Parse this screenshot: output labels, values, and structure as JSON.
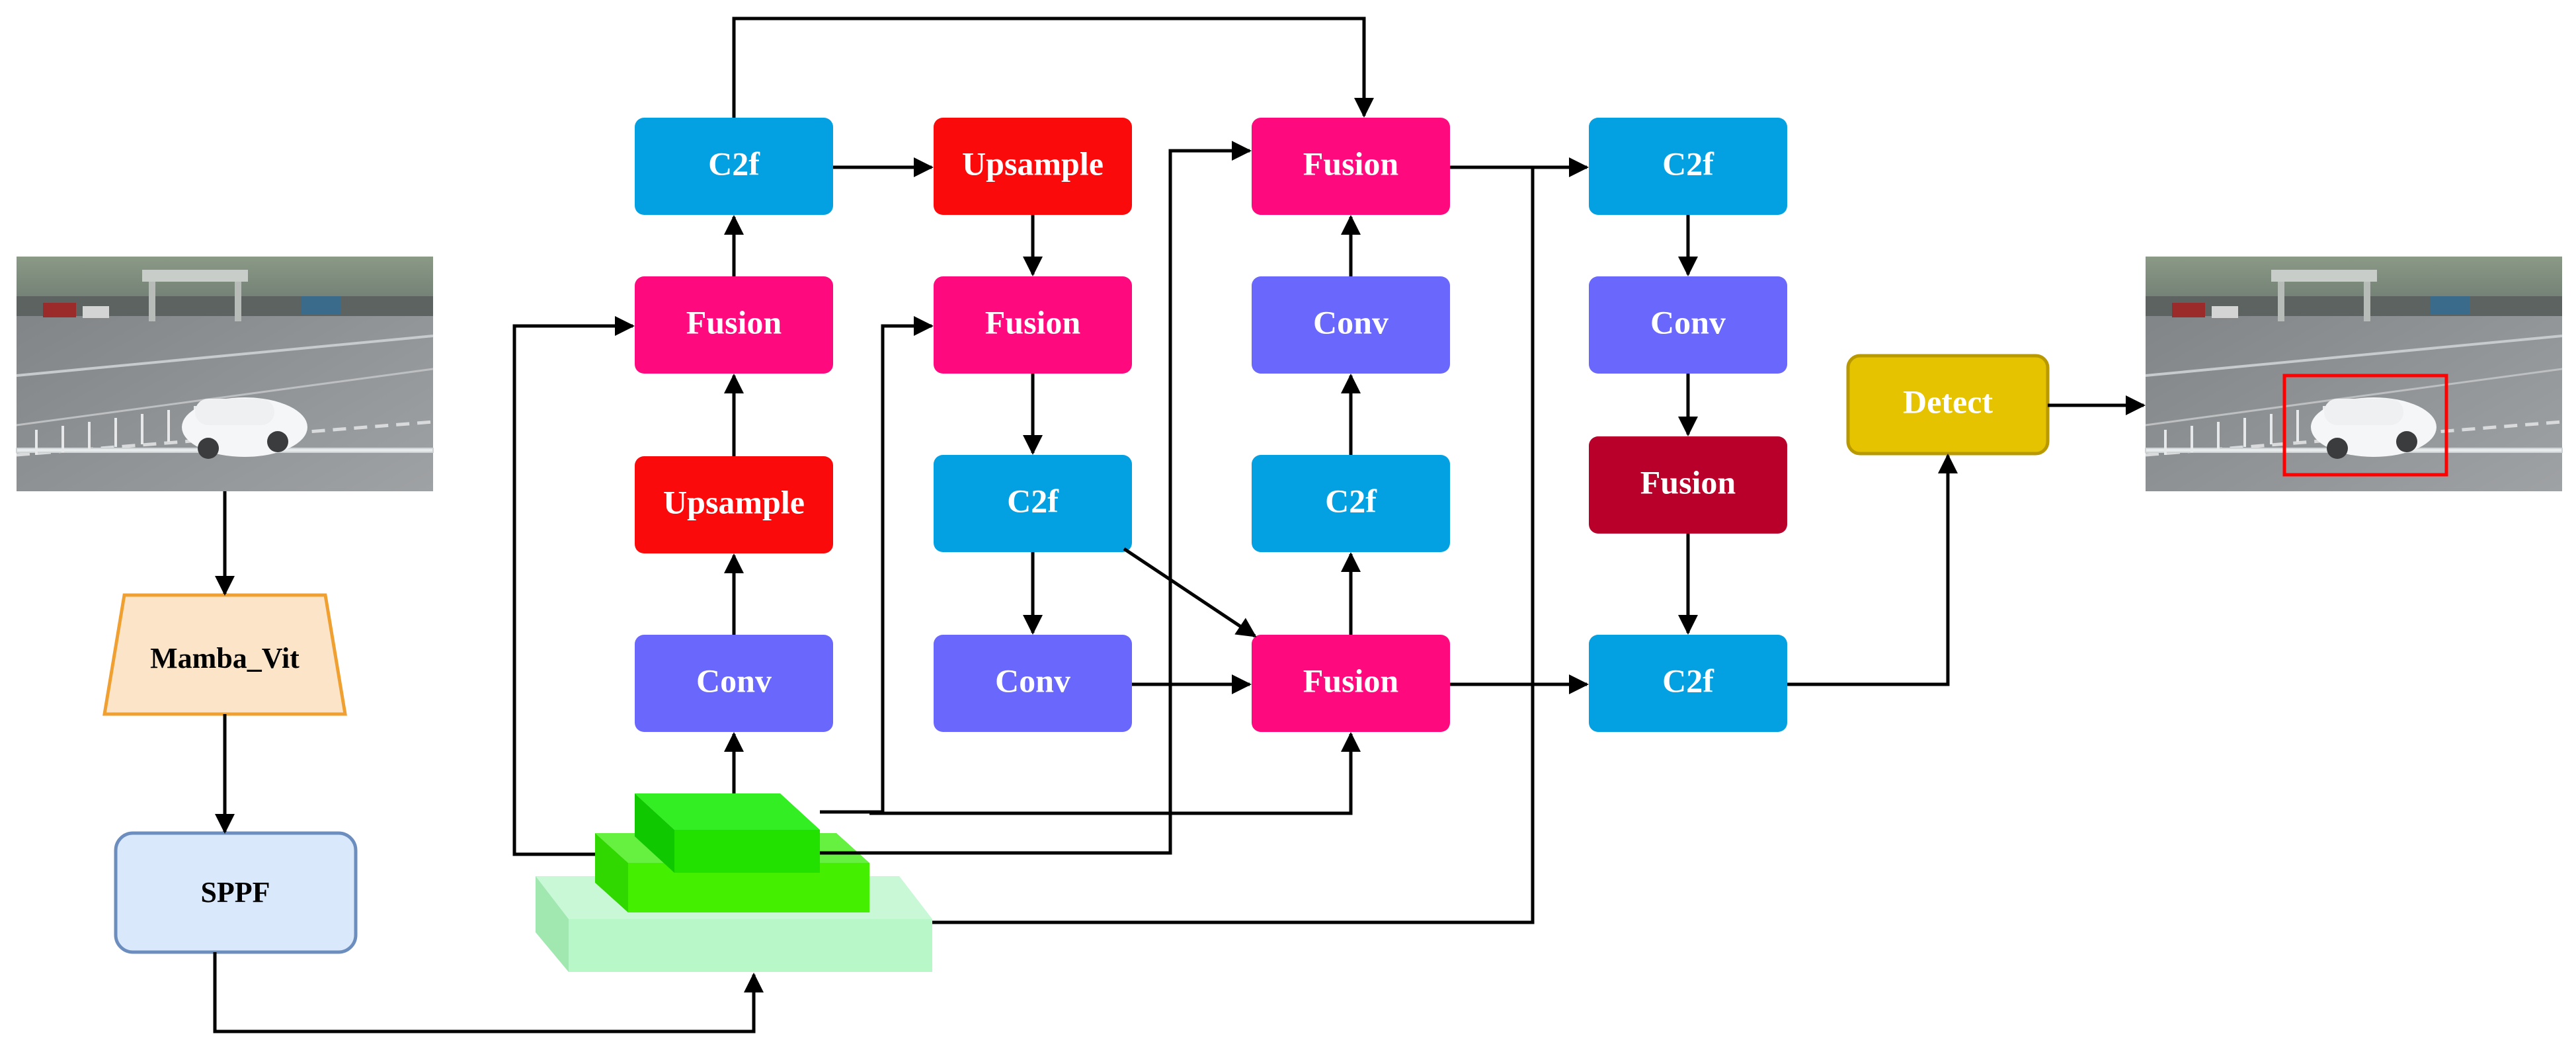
{
  "nodes": {
    "mamba_vit": "Mamba_Vit",
    "sppf": "SPPF",
    "c2f_top": "C2f",
    "fusion_left": "Fusion",
    "upsample_left": "Upsample",
    "conv_left": "Conv",
    "upsample_top": "Upsample",
    "fusion_mid": "Fusion",
    "c2f_mid": "C2f",
    "conv_mid": "Conv",
    "fusion_top_right": "Fusion",
    "conv_right_col3": "Conv",
    "c2f_right_col3": "C2f",
    "fusion_bottom": "Fusion",
    "c2f_col4_top": "C2f",
    "conv_col4": "Conv",
    "fusion_col4": "Fusion",
    "c2f_col4_bottom": "C2f",
    "detect": "Detect"
  },
  "colors": {
    "c2f": "#03a0e2",
    "fusion": "#ff0a7e",
    "upsample": "#fa0a0a",
    "conv": "#6a67fd",
    "fusion_dark": "#b8002a",
    "detect": "#e6c300",
    "mamba": "#fce4c8",
    "sppf": "#dae8fc",
    "feature_top": "#22e000",
    "feature_mid": "#44f000",
    "feature_base": "#b8f8c8"
  },
  "images": {
    "input": "input-road-photo",
    "output": "output-road-photo-with-detection-box"
  }
}
